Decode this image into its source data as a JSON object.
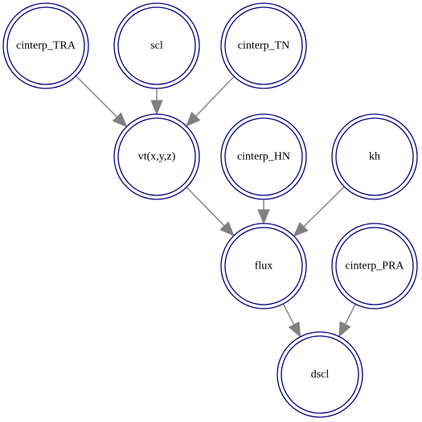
{
  "graph": {
    "colors": {
      "node_stroke": "#000080",
      "edge": "#808080",
      "background": "#ffffff"
    },
    "nodes": [
      {
        "id": "cinterp_TRA",
        "label": "cinterp_TRA"
      },
      {
        "id": "scl",
        "label": "scl"
      },
      {
        "id": "cinterp_TN",
        "label": "cinterp_TN"
      },
      {
        "id": "vt",
        "label": "vt(x,y,z)"
      },
      {
        "id": "cinterp_HN",
        "label": "cinterp_HN"
      },
      {
        "id": "kh",
        "label": "kh"
      },
      {
        "id": "flux",
        "label": "flux"
      },
      {
        "id": "cinterp_PRA",
        "label": "cinterp_PRA"
      },
      {
        "id": "dscl",
        "label": "dscl"
      }
    ],
    "edges": [
      {
        "from": "cinterp_TRA",
        "to": "vt"
      },
      {
        "from": "scl",
        "to": "vt"
      },
      {
        "from": "cinterp_TN",
        "to": "vt"
      },
      {
        "from": "vt",
        "to": "flux"
      },
      {
        "from": "cinterp_HN",
        "to": "flux"
      },
      {
        "from": "kh",
        "to": "flux"
      },
      {
        "from": "flux",
        "to": "dscl"
      },
      {
        "from": "cinterp_PRA",
        "to": "dscl"
      }
    ]
  }
}
